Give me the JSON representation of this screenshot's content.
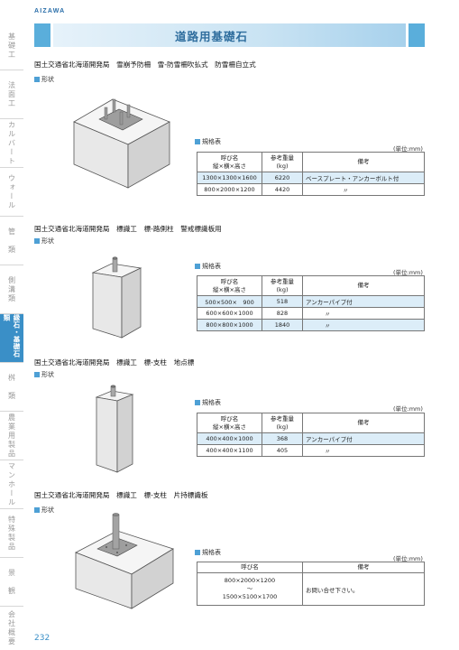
{
  "brand": "AIZAWA",
  "page_number": "232",
  "title": "道路用基礎石",
  "sidebar": {
    "tabs": [
      {
        "label": "基礎工"
      },
      {
        "label": "法面工"
      },
      {
        "label": "カルバート"
      },
      {
        "label": "ウォール"
      },
      {
        "label": "管　類"
      },
      {
        "label": "側溝類"
      },
      {
        "label": "縁石・基礎石類",
        "active": true
      },
      {
        "label": "桝　類"
      },
      {
        "label": "農業用製品"
      },
      {
        "label": "マンホール"
      },
      {
        "label": "特殊製品"
      },
      {
        "label": "景　観"
      },
      {
        "label": "会社概要"
      }
    ]
  },
  "shape_label": "形状",
  "spec_label": "規格表",
  "unit_label": "(単位:mm)",
  "sections": [
    {
      "heading": "国土交通省北海道開発局　雪崩予防柵　雪-防雪柵吹払式　防雪柵自立式",
      "table": {
        "col1": "呼び名\n縦×横×高さ",
        "col2": "参考重量\n(kg)",
        "col3": "備考",
        "rows": [
          {
            "name": "1300×1300×1600",
            "weight": "6220",
            "note": "ベースプレート・アンカーボルト付"
          },
          {
            "name": "800×2000×1200",
            "weight": "4420",
            "note": "〃"
          }
        ]
      }
    },
    {
      "heading": "国土交通省北海道開発局　標識工　標-路側柱　警戒標識板用",
      "table": {
        "col1": "呼び名\n縦×横×高さ",
        "col2": "参考重量\n(kg)",
        "col3": "備考",
        "rows": [
          {
            "name": "500×500×　900",
            "weight": "518",
            "note": "アンカーパイプ付"
          },
          {
            "name": "600×600×1000",
            "weight": "828",
            "note": "〃"
          },
          {
            "name": "800×800×1000",
            "weight": "1840",
            "note": "〃"
          }
        ]
      }
    },
    {
      "heading": "国土交通省北海道開発局　標識工　標-支柱　地点標",
      "table": {
        "col1": "呼び名\n縦×横×高さ",
        "col2": "参考重量\n(kg)",
        "col3": "備考",
        "rows": [
          {
            "name": "400×400×1000",
            "weight": "368",
            "note": "アンカーパイプ付"
          },
          {
            "name": "400×400×1100",
            "weight": "405",
            "note": "〃"
          }
        ]
      }
    },
    {
      "heading": "国土交通省北海道開発局　標識工　標-支柱　片持標識板",
      "table": {
        "col1": "呼び名",
        "col3": "備考",
        "rows": [
          {
            "name_top": "800×2000×1200",
            "name_mid": "〜",
            "name_bottom": "1500×5100×1700",
            "note": "お問い合せ下さい。"
          }
        ]
      }
    }
  ]
}
